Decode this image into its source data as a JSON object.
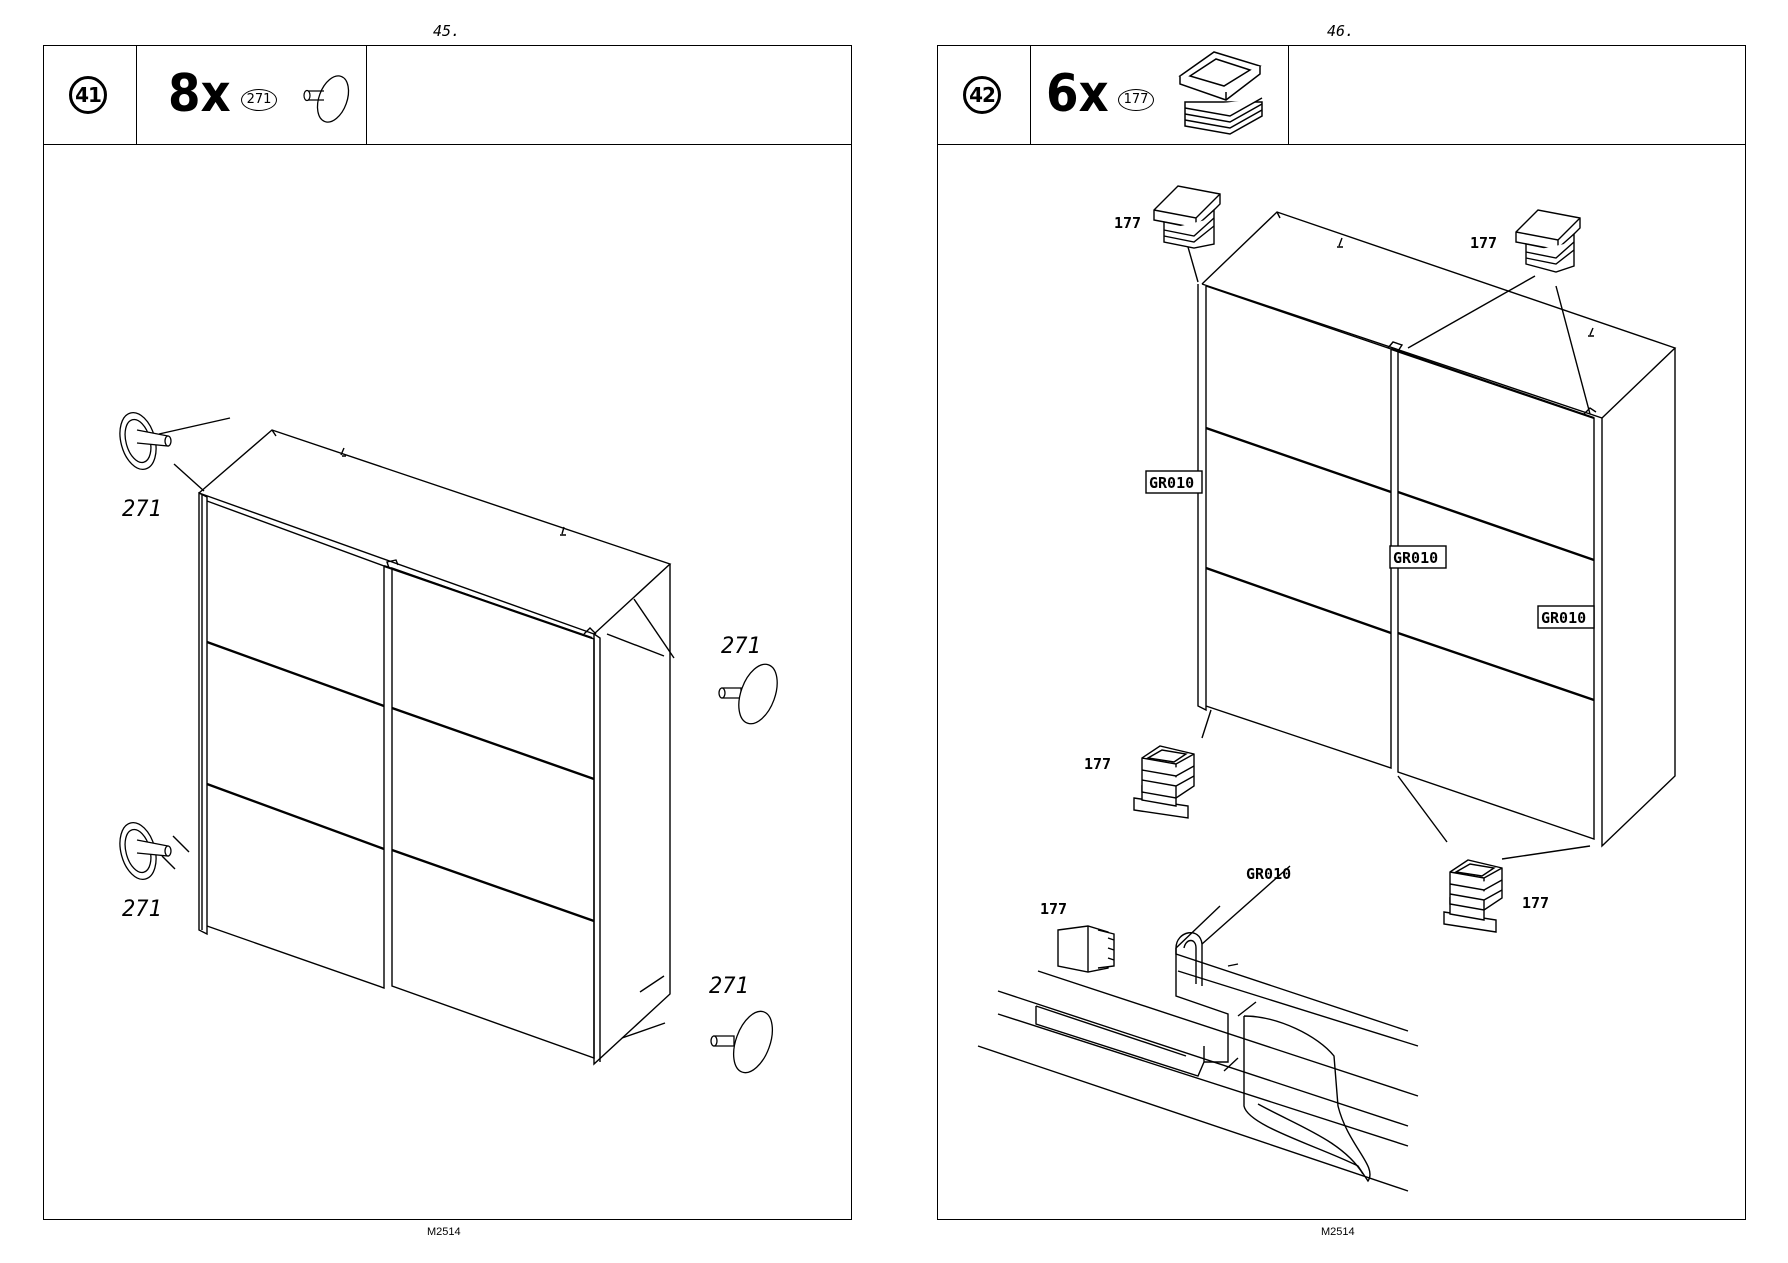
{
  "left_page": {
    "page_number": "45.",
    "step": "41",
    "quantity": "8x",
    "part_ref": "271",
    "callouts": [
      "271",
      "271",
      "271",
      "271"
    ],
    "footer": "M2514"
  },
  "right_page": {
    "page_number": "46.",
    "step": "42",
    "quantity": "6x",
    "part_ref": "177",
    "callouts_177": [
      "177",
      "177",
      "177",
      "177",
      "177"
    ],
    "callouts_gr": [
      "GR010",
      "GR010",
      "GR010",
      "GR010"
    ],
    "footer": "M2514"
  }
}
